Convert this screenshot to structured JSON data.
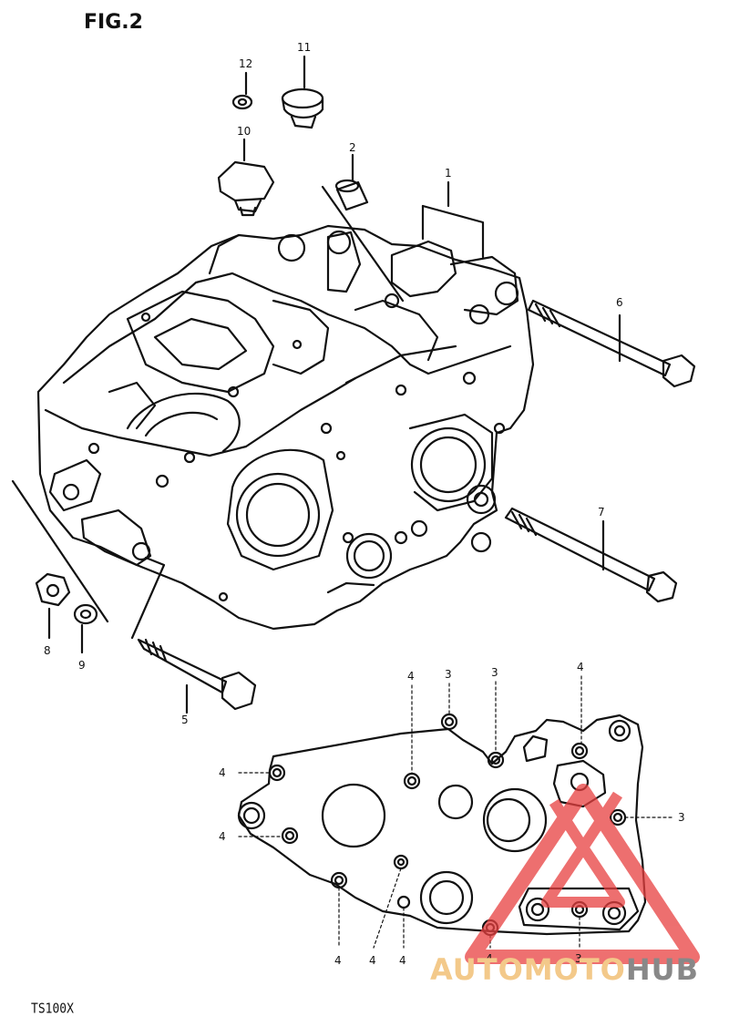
{
  "figure": {
    "title": "FIG.2",
    "model": "TS100X"
  },
  "callouts": [
    "1",
    "2",
    "3",
    "4",
    "5",
    "6",
    "7",
    "8",
    "9",
    "10",
    "11",
    "12"
  ],
  "gasket_callouts": {
    "four": "4",
    "three": "3"
  },
  "watermark": {
    "part_a": "AUTOMOTO",
    "part_b": "HUB",
    "logo_color": "#e84040"
  }
}
